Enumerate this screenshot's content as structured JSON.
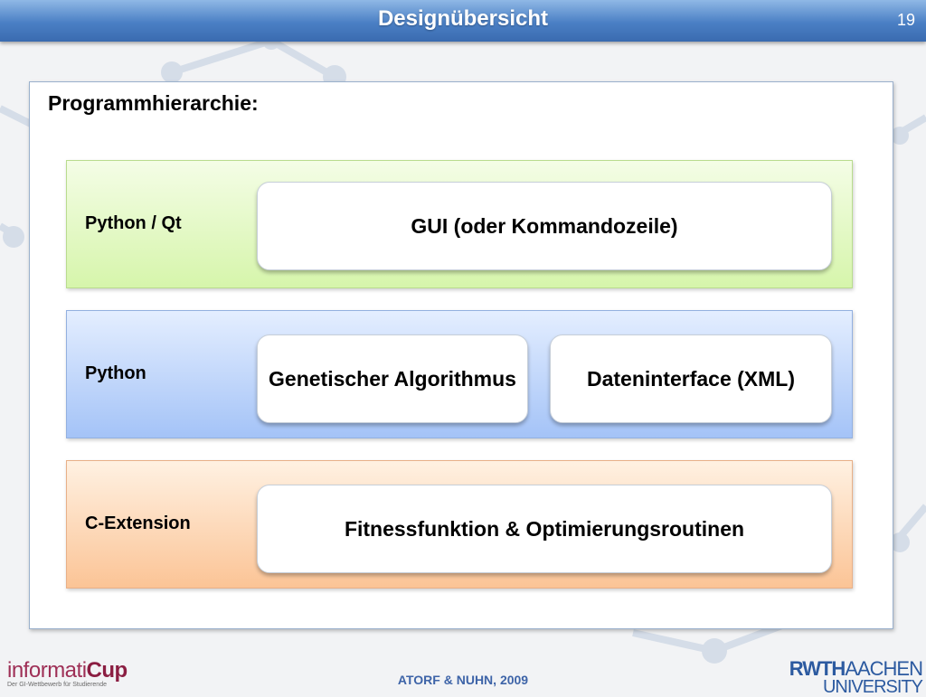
{
  "header": {
    "title": "Designübersicht",
    "page_number": "19"
  },
  "panel": {
    "title": "Programmhierarchie:",
    "layers": [
      {
        "label": "Python / Qt",
        "color": "#d6f5ab",
        "boxes": [
          "GUI (oder Kommandozeile)"
        ]
      },
      {
        "label": "Python",
        "color": "#a4c3f7",
        "boxes": [
          "Genetischer Algorithmus",
          "Dateninterface (XML)"
        ]
      },
      {
        "label": "C-Extension",
        "color": "#fbc496",
        "boxes": [
          "Fitnessfunktion & Optimierungsroutinen"
        ]
      }
    ]
  },
  "footer": {
    "authors": "ATORF & NUHN, 2009",
    "logo_left": {
      "part1": "informati",
      "part2": "Cup",
      "tagline": "Der GI-Wettbewerb für Studierende"
    },
    "logo_right": {
      "part1": "RWTH",
      "part2": "AACHEN",
      "part3": "UNIVERSITY"
    }
  }
}
